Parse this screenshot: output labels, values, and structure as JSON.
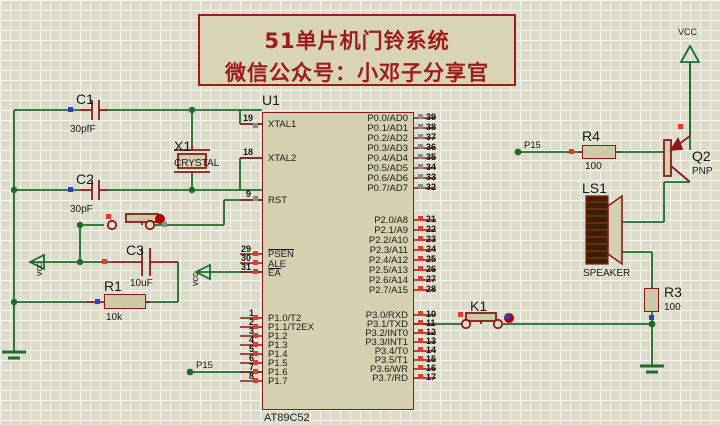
{
  "title_box": {
    "line1": "51单片机门铃系统",
    "line2": "微信公众号：小邓子分享官",
    "text_color": "#9e1b1b",
    "fill": "#d8d4b4"
  },
  "mcu": {
    "refdes": "U1",
    "part": "AT89C52",
    "left_pins": [
      {
        "name": "XTAL1",
        "number": "19"
      },
      {
        "name": "XTAL2",
        "number": "18"
      },
      {
        "name": "RST",
        "number": "9"
      },
      {
        "name": "PSEN",
        "number": "29",
        "overline": true
      },
      {
        "name": "ALE",
        "number": "30"
      },
      {
        "name": "EA",
        "number": "31",
        "overline": true
      },
      {
        "name": "P1.0/T2",
        "number": "1"
      },
      {
        "name": "P1.1/T2EX",
        "number": "2"
      },
      {
        "name": "P1.2",
        "number": "3"
      },
      {
        "name": "P1.3",
        "number": "4"
      },
      {
        "name": "P1.4",
        "number": "5"
      },
      {
        "name": "P1.5",
        "number": "6"
      },
      {
        "name": "P1.6",
        "number": "7"
      },
      {
        "name": "P1.7",
        "number": "8"
      }
    ],
    "right_pins_p0": [
      {
        "name": "P0.0/AD0",
        "number": "39"
      },
      {
        "name": "P0.1/AD1",
        "number": "38"
      },
      {
        "name": "P0.2/AD2",
        "number": "37"
      },
      {
        "name": "P0.3/AD3",
        "number": "36"
      },
      {
        "name": "P0.4/AD4",
        "number": "35"
      },
      {
        "name": "P0.5/AD5",
        "number": "34"
      },
      {
        "name": "P0.6/AD6",
        "number": "33"
      },
      {
        "name": "P0.7/AD7",
        "number": "32"
      }
    ],
    "right_pins_p2": [
      {
        "name": "P2.0/A8",
        "number": "21"
      },
      {
        "name": "P2.1/A9",
        "number": "22"
      },
      {
        "name": "P2.2/A10",
        "number": "23"
      },
      {
        "name": "P2.3/A11",
        "number": "24"
      },
      {
        "name": "P2.4/A12",
        "number": "25"
      },
      {
        "name": "P2.5/A13",
        "number": "26"
      },
      {
        "name": "P2.6/A14",
        "number": "27"
      },
      {
        "name": "P2.7/A15",
        "number": "28"
      }
    ],
    "right_pins_p3": [
      {
        "name": "P3.0/RXD",
        "number": "10"
      },
      {
        "name": "P3.1/TXD",
        "number": "11"
      },
      {
        "name": "P3.2/INT0",
        "number": "12",
        "overline_from": 5
      },
      {
        "name": "P3.3/INT1",
        "number": "13",
        "overline_from": 5
      },
      {
        "name": "P3.4/T0",
        "number": "14"
      },
      {
        "name": "P3.5/T1",
        "number": "15"
      },
      {
        "name": "P3.6/WR",
        "number": "16",
        "overline_from": 5
      },
      {
        "name": "P3.7/RD",
        "number": "17",
        "overline_from": 5
      }
    ]
  },
  "components": [
    {
      "refdes": "C1",
      "value": "30pfF",
      "type": "capacitor"
    },
    {
      "refdes": "C2",
      "value": "30pF",
      "type": "capacitor"
    },
    {
      "refdes": "C3",
      "value": "10uF",
      "type": "capacitor"
    },
    {
      "refdes": "X1",
      "value": "CRYSTAL",
      "type": "crystal"
    },
    {
      "refdes": "R1",
      "value": "10k",
      "type": "resistor"
    },
    {
      "refdes": "R3",
      "value": "100",
      "type": "resistor"
    },
    {
      "refdes": "R4",
      "value": "100",
      "type": "resistor"
    },
    {
      "refdes": "Q2",
      "value": "PNP",
      "type": "transistor"
    },
    {
      "refdes": "LS1",
      "value": "SPEAKER",
      "type": "speaker"
    },
    {
      "refdes": "K1",
      "value": "",
      "type": "button"
    }
  ],
  "net_labels": [
    {
      "text": "P15",
      "position": "left-p1.5"
    },
    {
      "text": "P15",
      "position": "right-r4"
    }
  ],
  "power_labels": [
    {
      "text": "VCC",
      "position": "top-right"
    },
    {
      "text": "vcc",
      "position": "reset-left"
    },
    {
      "text": "vcc",
      "position": "ea-pin"
    }
  ],
  "colors": {
    "wire": "#1f6b2e",
    "component": "#8b1a1a",
    "background": "#dcdcc8",
    "grid": "#ffffff",
    "body_fill": "#d4d0b0",
    "terminal_red": "#e23b2e",
    "terminal_blue": "#2a3fd0"
  }
}
